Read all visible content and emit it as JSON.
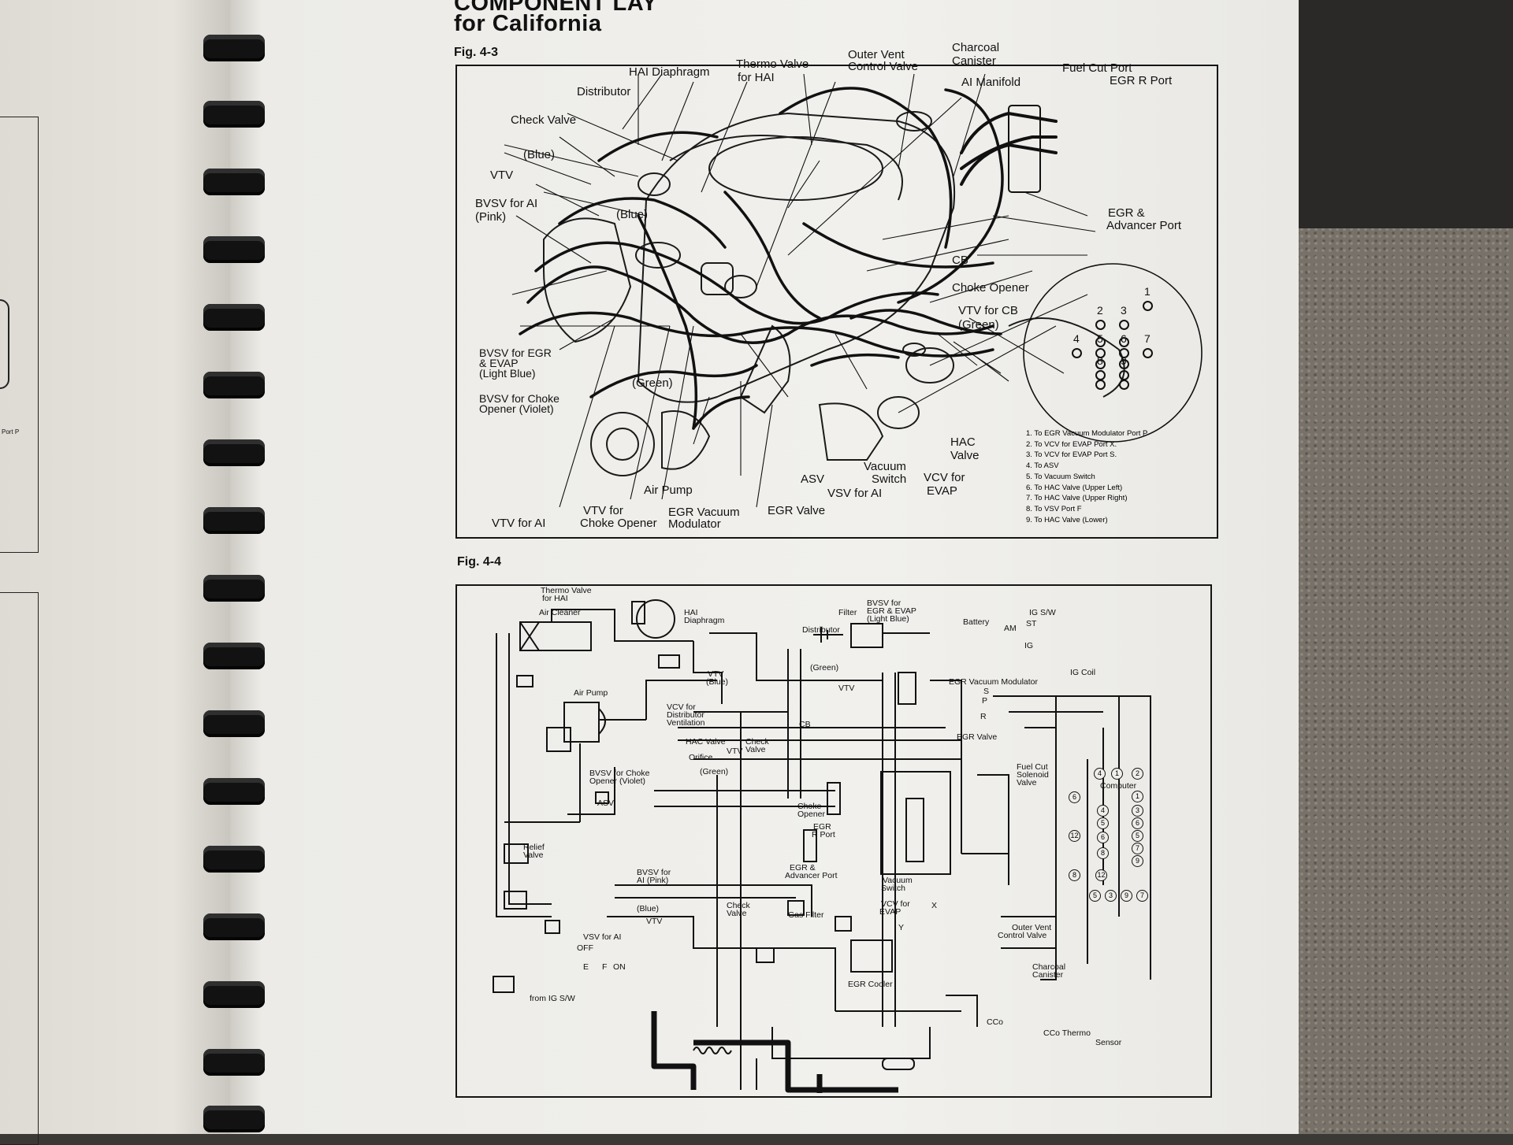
{
  "header": {
    "title_line1": "COMPONENT  LAY",
    "title_line2": "for California"
  },
  "fig43": {
    "caption": "Fig. 4-3",
    "engine_labels": {
      "hai_diaphragm": "HAI Diaphragm",
      "thermo_valve_1": "Thermo Valve",
      "thermo_valve_2": "for HAI",
      "outer_vent_1": "Outer Vent",
      "outer_vent_2": "Control Valve",
      "charcoal_1": "Charcoal",
      "charcoal_2": "Canister",
      "ai_manifold": "AI Manifold",
      "distributor": "Distributor",
      "check_valve": "Check Valve",
      "blue_1": "(Blue)",
      "vtv": "VTV",
      "bvsv_ai_1": "BVSV for AI",
      "bvsv_ai_2": "(Pink)",
      "blue_2": "(Blue)",
      "cb": "CB",
      "choke_opener": "Choke Opener",
      "vtv_cb_1": "VTV for CB",
      "vtv_cb_2": "(Green)",
      "bvsv_egr_1": "BVSV for EGR",
      "bvsv_egr_2": "& EVAP",
      "bvsv_egr_3": "(Light Blue)",
      "bvsv_choke_1": "BVSV for Choke",
      "bvsv_choke_2": "Opener (Violet)",
      "green": "(Green)",
      "hac_valve_1": "HAC",
      "hac_valve_2": "Valve",
      "vacuum_switch_1": "Vacuum",
      "vacuum_switch_2": "Switch",
      "vcv_evap_1": "VCV for",
      "vcv_evap_2": "EVAP",
      "air_pump": "Air Pump",
      "asv": "ASV",
      "vsv_ai": "VSV for AI",
      "egr_valve": "EGR Valve",
      "vtv_ai": "VTV for AI",
      "vtv_choke_1": "VTV for",
      "vtv_choke_2": "Choke Opener",
      "egr_vac_1": "EGR Vacuum",
      "egr_vac_2": "Modulator"
    },
    "inset": {
      "fuel_cut_port": "Fuel Cut Port",
      "egr_r_port": "EGR R Port",
      "egr_adv_1": "EGR &",
      "egr_adv_2": "Advancer Port"
    },
    "connector_pins": [
      "1",
      "2",
      "3",
      "4",
      "5",
      "6",
      "7",
      "8",
      "9"
    ],
    "legend": [
      "1.   To EGR Vacuum Modulator Port P",
      "2.   To VCV for EVAP Port X.",
      "3.   To VCV for EVAP Port S.",
      "4.   To ASV",
      "5.   To Vacuum Switch",
      "6.   To HAC Valve (Upper Left)",
      "7.   To HAC Valve (Upper Right)",
      "8.   To VSV Port F",
      "9.   To HAC Valve (Lower)"
    ]
  },
  "fig44": {
    "caption": "Fig. 4-4",
    "labels": {
      "thermo_valve_1": "Thermo Valve",
      "thermo_valve_2": "for HAI",
      "air_cleaner": "Air Cleaner",
      "hai_1": "HAI",
      "hai_2": "Diaphragm",
      "filter": "Filter",
      "distributor": "Distributor",
      "bvsv_1": "BVSV for",
      "bvsv_2": "EGR & EVAP",
      "bvsv_3": "(Light Blue)",
      "battery": "Battery",
      "ig_sw": "IG S/W",
      "am": "AM",
      "st": "ST",
      "ig": "IG",
      "ig_coil": "IG Coil",
      "vtv_blue_1": "VTV",
      "vtv_blue_2": "(Blue)",
      "green_vtv_1": "(Green)",
      "green_vtv_2": "VTV",
      "air_pump": "Air Pump",
      "vcv_dist_1": "VCV for",
      "vcv_dist_2": "Distributor",
      "vcv_dist_3": "Ventilation",
      "egr_vac_mod": "EGR Vacuum Modulator",
      "s": "S",
      "p": "P",
      "r": "R",
      "cb": "CB",
      "hac_valve": "HAC Valve",
      "check_valve_1": "Check",
      "check_valve_2": "Valve",
      "vtv": "VTV",
      "orifice": "Orifice",
      "green": "(Green)",
      "egr_valve": "EGR Valve",
      "bvsv_choke_1": "BVSV for Choke",
      "bvsv_choke_2": "Opener (Violet)",
      "fuel_cut_1": "Fuel Cut",
      "fuel_cut_2": "Solenoid",
      "fuel_cut_3": "Valve",
      "computer": "Computer",
      "asv": "ASV",
      "choke_1": "Choke",
      "choke_2": "Opener",
      "egr_r_1": "EGR",
      "egr_r_2": "R Port",
      "relief_1": "Relief",
      "relief_2": "Valve",
      "egr_adv_1": "EGR &",
      "egr_adv_2": "Advancer Port",
      "bvsv_ai_1": "BVSV for",
      "bvsv_ai_2": "AI (Pink)",
      "vacuum_switch_1": "Vacuum",
      "vacuum_switch_2": "Switch",
      "check_valve_b_1": "Check",
      "check_valve_b_2": "Valve",
      "gas_filter": "Gas Filter",
      "vcv_evap_1": "VCV for",
      "vcv_evap_2": "EVAP",
      "x": "X",
      "y": "Y",
      "blue": "(Blue)",
      "vtv_b": "VTV",
      "outer_vent_1": "Outer Vent",
      "outer_vent_2": "Control Valve",
      "vsv_ai": "VSV for AI",
      "off": "OFF",
      "on": "ON",
      "e": "E",
      "f": "F",
      "charcoal_1": "Charcoal",
      "charcoal_2": "Canister",
      "from_ig": "from IG S/W",
      "egr_cooler": "EGR Cooler",
      "cco": "CCo",
      "cco_thermo_1": "CCo Thermo",
      "cco_thermo_2": "Sensor"
    },
    "computer_pins_top": [
      "4",
      "1",
      "2"
    ],
    "computer_pins_side": [
      "6",
      "12",
      "8",
      "12"
    ],
    "computer_pins_bottom": [
      "5",
      "3",
      "9",
      "7"
    ],
    "computer_pins_inner_left": [
      "4",
      "5",
      "6",
      "8"
    ],
    "computer_pins_inner_right": [
      "1",
      "3",
      "6",
      "5",
      "7",
      "9"
    ]
  },
  "leftpage": {
    "fragment": "Port P"
  }
}
